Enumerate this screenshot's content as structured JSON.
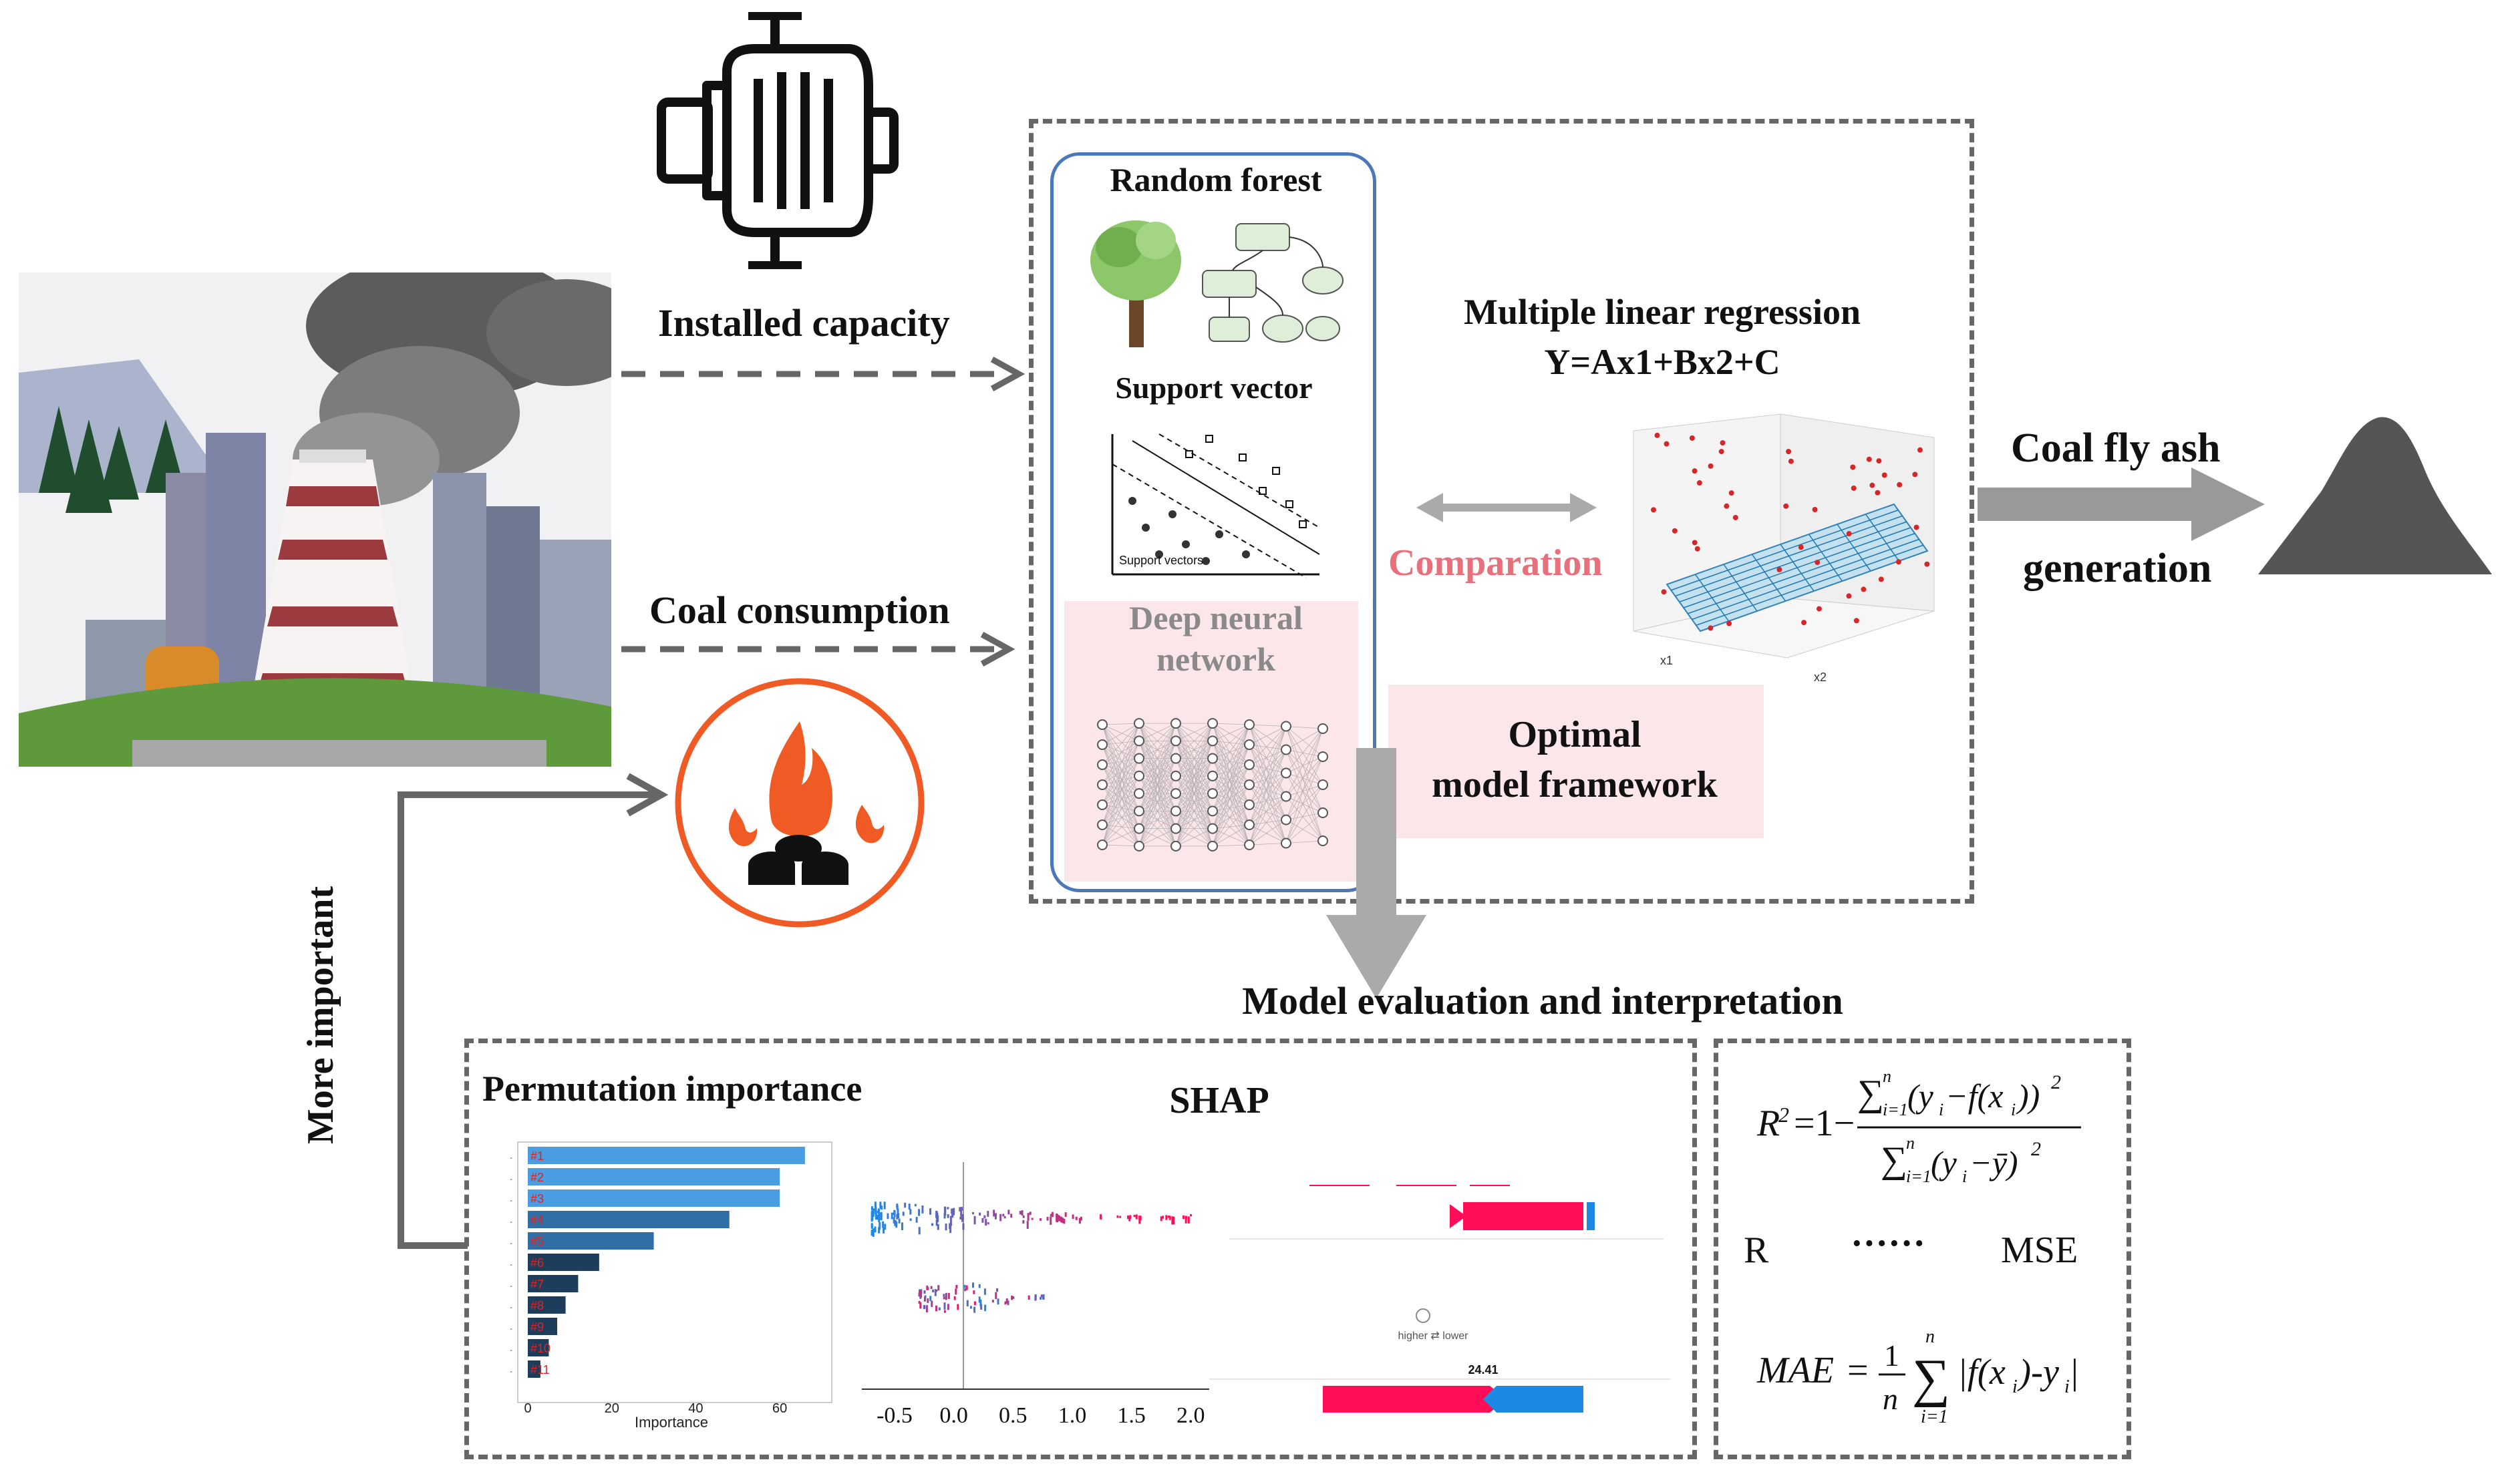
{
  "inputs": {
    "installed_capacity": "Installed capacity",
    "coal_consumption": "Coal consumption",
    "more_important": "More  important"
  },
  "models": {
    "random_forest": "Random forest",
    "support_vector": "Support vector",
    "support_vectors_note": "Support vectors",
    "deep_neural_network_line1": "Deep neural",
    "deep_neural_network_line2": "network"
  },
  "regression": {
    "title": "Multiple linear regression",
    "formula": "Y=Ax1+Bx2+C",
    "axis_x1": "x1",
    "axis_x2": "x2"
  },
  "comparison_label": "Comparation",
  "optimal": {
    "line1": "Optimal",
    "line2": "model framework"
  },
  "output": {
    "line1": "Coal fly ash",
    "line2": "generation"
  },
  "evaluation_title": "Model evaluation and interpretation",
  "permutation": {
    "title": "Permutation importance",
    "xlabel": "Importance",
    "ticks": [
      "0",
      "20",
      "40",
      "60"
    ]
  },
  "shap": {
    "title": "SHAP",
    "ticks": [
      "-0.5",
      "0.0",
      "0.5",
      "1.0",
      "1.5",
      "2.0"
    ],
    "force_base_value": "24.41",
    "force_label": "higher  ⇄  lower"
  },
  "metrics": {
    "r_label": "R",
    "mse_label": "MSE",
    "dots": "······"
  },
  "colors": {
    "accent_blue": "#4a90d9",
    "dark_blue": "#1d3d5c",
    "comparison_pink": "#e8707d",
    "fire_orange": "#f05a24",
    "dashed_gray": "#666666",
    "shap_red": "#ff0d57",
    "shap_blue": "#1e88e5"
  },
  "chart_data": {
    "type": "bar",
    "categories": [
      "#1",
      "#2",
      "#3",
      "#4",
      "#5",
      "#6",
      "#7",
      "#8",
      "#9",
      "#10",
      "#11"
    ],
    "values": [
      66,
      60,
      60,
      48,
      30,
      17,
      12,
      9,
      7,
      5,
      3
    ],
    "xlabel": "Importance",
    "xlim": [
      0,
      70
    ]
  }
}
